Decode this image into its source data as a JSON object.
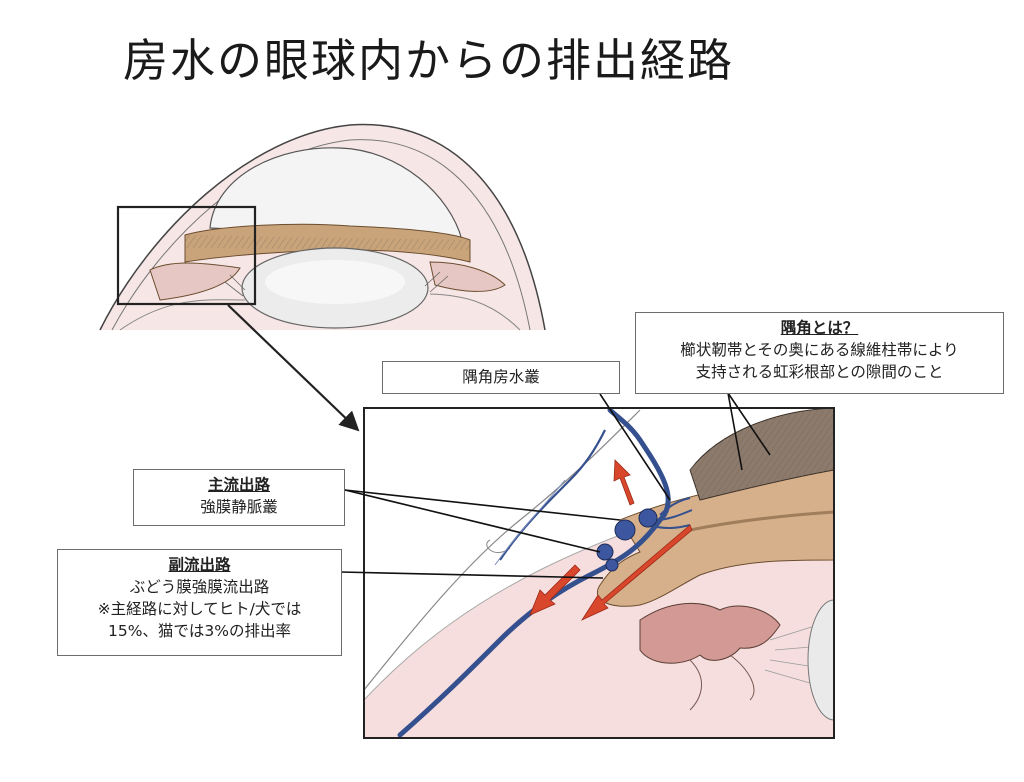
{
  "slide": {
    "title": "房水の眼球内からの排出経路"
  },
  "labels": {
    "angle_box": {
      "heading": "隅角とは？",
      "lines": [
        "櫛状靭帯とその奥にある線維柱帯により",
        "支持される虹彩根部との隙間のこと"
      ]
    },
    "plexus": "隅角房水叢",
    "main_route": {
      "heading": "主流出路",
      "text": "強膜静脈叢"
    },
    "sub_route": {
      "heading": "副流出路",
      "lines": [
        "ぶどう膜強膜流出路",
        "※主経路に対してヒト/犬では",
        "15%、猫では3%の排出率"
      ]
    }
  },
  "colors": {
    "vein": "#35508f",
    "flow_arrow": "#d8462c",
    "iris_tan": "#c79a6f",
    "sclera_pink": "#f2cfcf",
    "lens": "#eaeaea"
  }
}
